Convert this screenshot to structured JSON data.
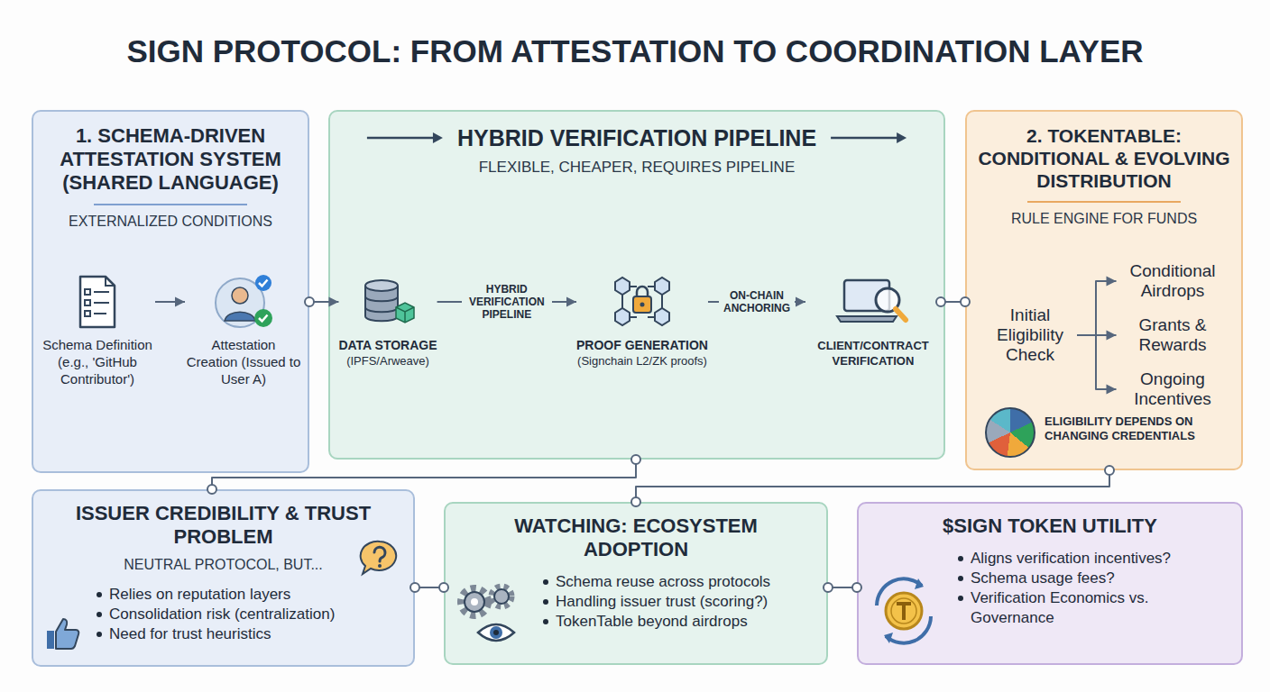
{
  "diagram": {
    "title": "SIGN PROTOCOL: FROM ATTESTATION TO COORDINATION LAYER",
    "nodes": [
      {
        "text": [
          "1. SCHEMA-DRIVEN ATTESTATION SYSTEM (SHARED LANGUAGE)",
          "EXTERNALIZED CONDITIONS"
        ]
      },
      {
        "text": [
          "Schema Definition (e.g., 'GitHub Contributor')"
        ],
        "in": 0
      },
      {
        "text": [
          "Attestation Creation (Issued to User A)"
        ],
        "in": 0
      },
      {
        "text": [
          "HYBRID VERIFICATION PIPELINE",
          "FLEXIBLE, CHEAPER, REQUIRES PIPELINE"
        ]
      },
      {
        "text": [
          "DATA STORAGE",
          "(IPFS/Arweave)"
        ],
        "in": 3
      },
      {
        "text": [
          "PROOF GENERATION",
          "(Signchain L2/ZK proofs)"
        ],
        "in": 3
      },
      {
        "text": [
          "CLIENT/CONTRACT VERIFICATION"
        ],
        "in": 3
      },
      {
        "text": [
          "2. TOKENTABLE: CONDITIONAL & EVOLVING DISTRIBUTION",
          "RULE ENGINE FOR FUNDS"
        ]
      },
      {
        "text": [
          "Initial Eligibility Check"
        ],
        "in": 7
      },
      {
        "text": [
          "Conditional Airdrops"
        ],
        "in": 7
      },
      {
        "text": [
          "Grants & Rewards"
        ],
        "in": 7
      },
      {
        "text": [
          "Ongoing Incentives"
        ],
        "in": 7
      },
      {
        "text": [
          "ISSUER CREDIBILITY & TRUST PROBLEM",
          "NEUTRAL PROTOCOL, BUT...",
          "Relies on reputation layers",
          "Consolidation risk (centralization)",
          "Need for trust heuristics"
        ]
      },
      {
        "text": [
          "WATCHING: ECOSYSTEM ADOPTION",
          "Schema reuse across protocols",
          "Handling issuer trust (scoring?)",
          "TokenTable beyond airdrops"
        ]
      },
      {
        "text": [
          "$SIGN TOKEN UTILITY",
          "Aligns verification incentives?",
          "Schema usage fees?",
          "Verification Economics vs. Governance"
        ]
      }
    ],
    "edges": [
      {
        "from": 1,
        "to": 2,
        "arrow": "to"
      },
      {
        "from": 0,
        "to": 4,
        "arrow": "to"
      },
      {
        "from": 4,
        "to": 5,
        "label": "HYBRID VERIFICATION PIPELINE",
        "arrow": "to"
      },
      {
        "from": 5,
        "to": 6,
        "label": "ON-CHAIN ANCHORING",
        "arrow": "to"
      },
      {
        "from": 6,
        "to": 7,
        "arrow": "none"
      },
      {
        "from": 8,
        "to": 9,
        "arrow": "to"
      },
      {
        "from": 8,
        "to": 10,
        "arrow": "to"
      },
      {
        "from": 8,
        "to": 11,
        "arrow": "to"
      },
      {
        "from": 3,
        "to": 12,
        "arrow": "none"
      },
      {
        "from": 7,
        "to": 13,
        "arrow": "none"
      },
      {
        "from": 12,
        "to": 13,
        "arrow": "none"
      },
      {
        "from": 13,
        "to": 14,
        "arrow": "none"
      }
    ],
    "labels": [
      "ELIGIBILITY DEPENDS ON CHANGING CREDENTIALS"
    ]
  }
}
